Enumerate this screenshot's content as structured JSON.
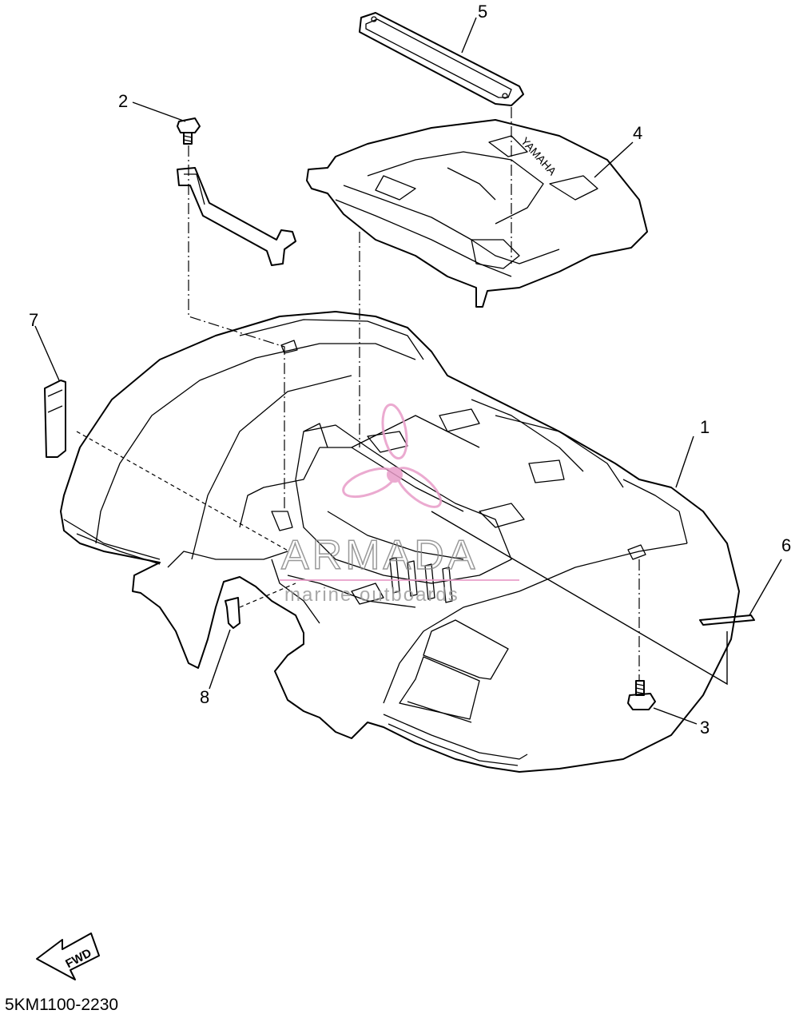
{
  "diagram": {
    "callouts": [
      {
        "id": "1",
        "label": "1"
      },
      {
        "id": "2",
        "label": "2"
      },
      {
        "id": "3",
        "label": "3"
      },
      {
        "id": "4",
        "label": "4"
      },
      {
        "id": "5",
        "label": "5"
      },
      {
        "id": "6",
        "label": "6"
      },
      {
        "id": "7",
        "label": "7"
      },
      {
        "id": "8",
        "label": "8"
      }
    ],
    "part_stamp": "YAMAHA",
    "direction_label": "FWD",
    "diagram_code": "5KM1100-2230"
  },
  "watermark": {
    "brand": "ARMADA",
    "tagline": "marine outboards",
    "color": "#e89cc8"
  }
}
